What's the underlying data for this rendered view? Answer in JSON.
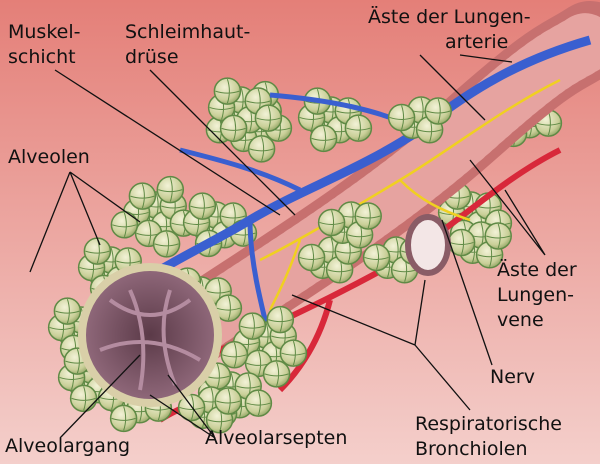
{
  "title": "Bronchiolen und Alveolen",
  "labels": {
    "muskelschicht": [
      "Muskel-",
      "schicht"
    ],
    "schleimhautdruese": [
      "Schleimhaut-",
      "drüse"
    ],
    "lungenarterie": [
      "Äste der Lungen-",
      "arterie"
    ],
    "alveolen": [
      "Alveolen"
    ],
    "lungenvene": [
      "Äste der",
      "Lungen-",
      "vene"
    ],
    "nerv": [
      "Nerv"
    ],
    "bronchiolen": [
      "Respiratorische",
      "Bronchiolen"
    ],
    "alveolargang": [
      "Alveolargang"
    ],
    "alveolarsepten": [
      "Alveolarsepten"
    ]
  },
  "colors": {
    "background_top": "#e47f78",
    "background_bottom": "#f4cfcb",
    "tissue": "#d98c8c",
    "alveolus": "#d4d8a8",
    "alveolus_line": "#5f8a45",
    "artery": "#3a5fd0",
    "vein": "#d8283a",
    "nerve": "#f0d020",
    "cut_surface": "#7d5566"
  }
}
